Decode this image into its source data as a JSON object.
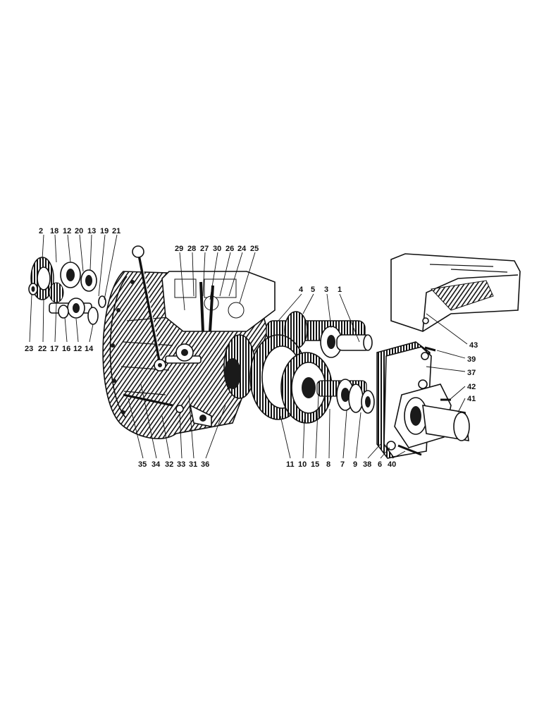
{
  "callouts": {
    "top": [
      "2",
      "18",
      "12",
      "20",
      "13",
      "19",
      "21",
      "29",
      "28",
      "27",
      "30",
      "26",
      "24",
      "25",
      "4",
      "5",
      "3",
      "1"
    ],
    "left_lower": [
      "23",
      "22",
      "17",
      "16",
      "12",
      "14"
    ],
    "right": [
      "43",
      "39",
      "37",
      "42",
      "41"
    ],
    "bottom": [
      "35",
      "34",
      "32",
      "33",
      "31",
      "36",
      "11",
      "10",
      "15",
      "8",
      "7",
      "9",
      "38",
      "6",
      "40"
    ]
  }
}
